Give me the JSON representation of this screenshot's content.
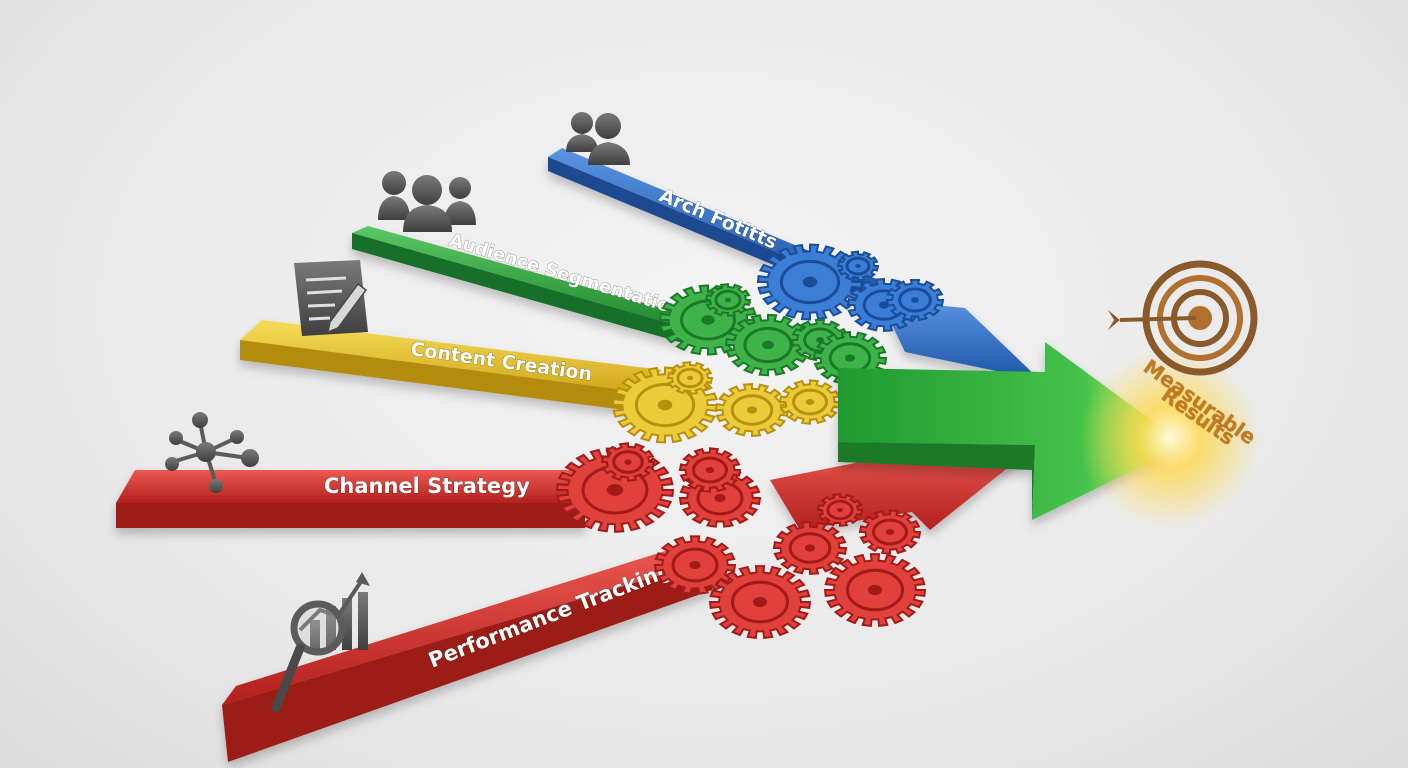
{
  "colors": {
    "blue": "#2f6fc4",
    "green": "#2ea43c",
    "yellow": "#e6c12c",
    "red": "#d9322e",
    "icon_gray": "#5b5b5b",
    "result_orange": "#c27a1e"
  },
  "streams": [
    {
      "label": "Arch Fotitts",
      "color": "blue",
      "icon": "two-people-icon"
    },
    {
      "label": "Audience Segmentation",
      "color": "green",
      "icon": "group-people-icon"
    },
    {
      "label": "Content Creation",
      "color": "yellow",
      "icon": "document-pen-icon"
    },
    {
      "label": "Channel Strategy",
      "color": "red",
      "icon": "network-nodes-icon"
    },
    {
      "label": "Performance Tracking",
      "color": "red",
      "icon": "magnifier-chart-icon"
    }
  ],
  "result": {
    "line1": "Measurable",
    "line2": "Results",
    "icon": "target-arrow-icon"
  }
}
